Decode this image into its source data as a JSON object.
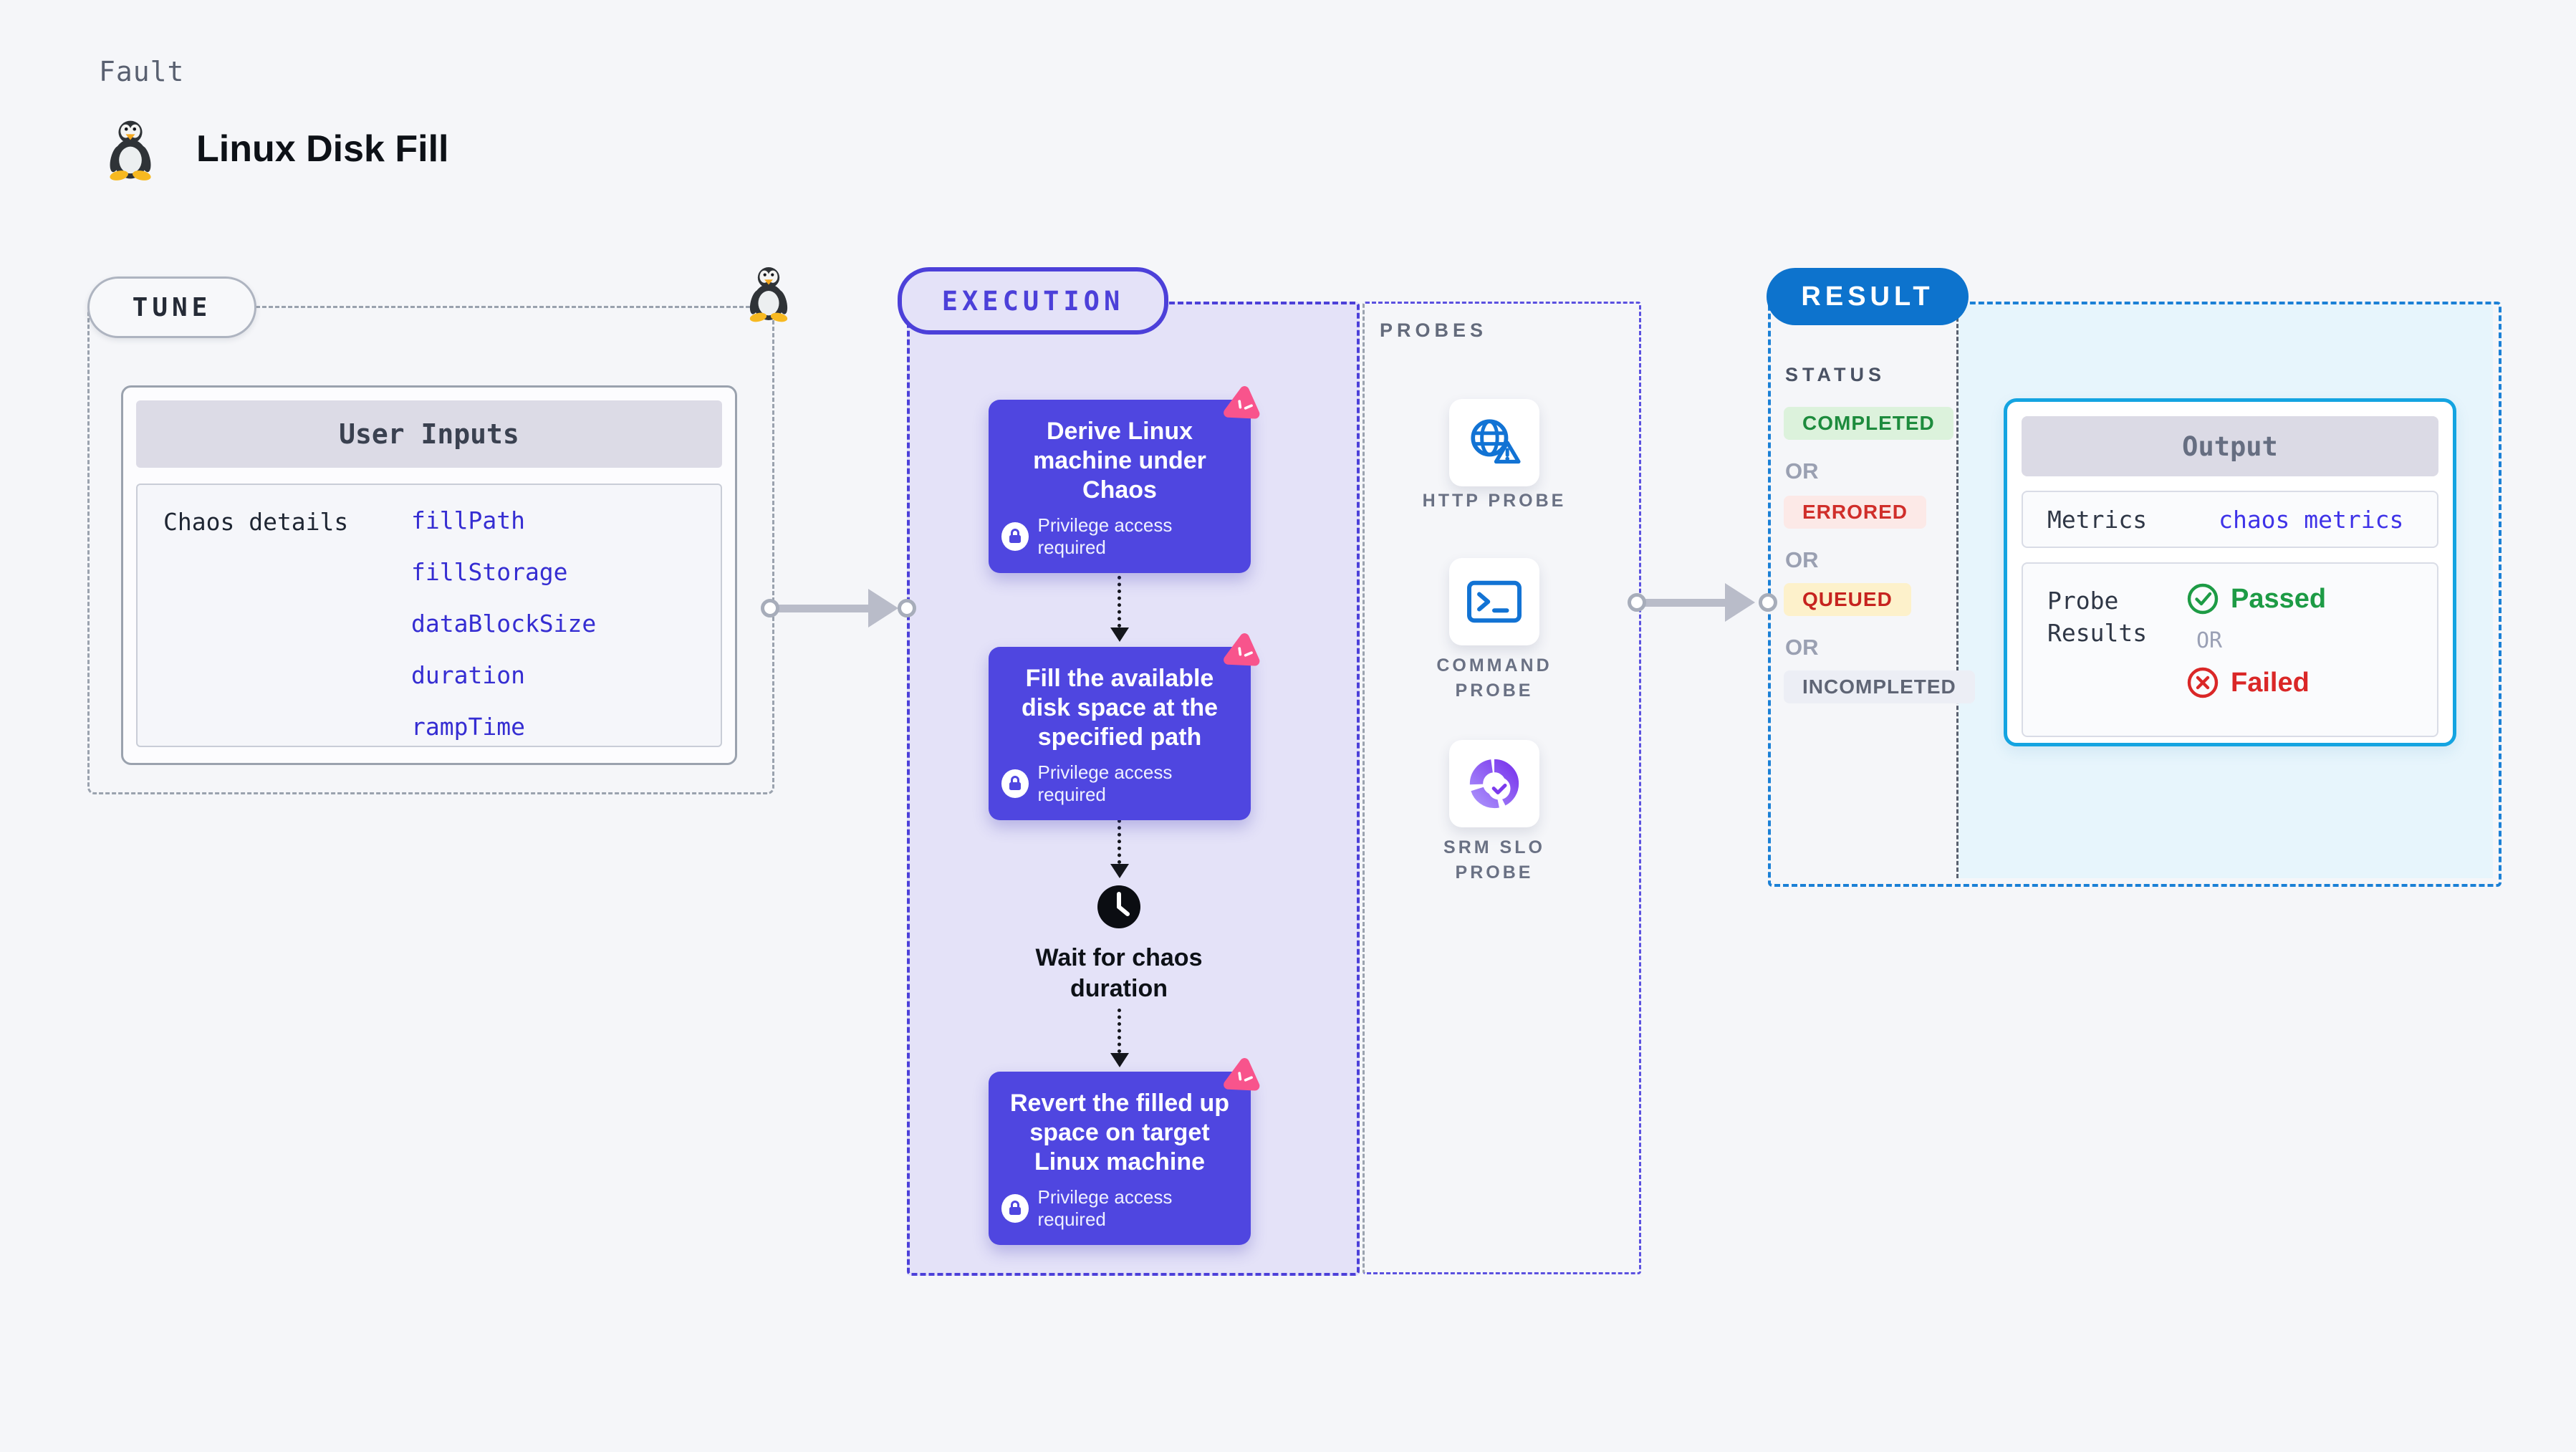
{
  "header": {
    "eyebrow": "Fault",
    "title": "Linux Disk Fill"
  },
  "tune": {
    "label": "TUNE",
    "card_header": "User Inputs",
    "row_label": "Chaos details",
    "inputs": [
      "fillPath",
      "fillStorage",
      "dataBlockSize",
      "duration",
      "rampTime"
    ]
  },
  "execution": {
    "label": "EXECUTION",
    "steps": [
      "Derive Linux machine under Chaos",
      "Fill the available disk space at the specified path",
      "Revert the filled up space on target Linux machine"
    ],
    "privilege_note": "Privilege access required",
    "wait_label": "Wait for chaos duration"
  },
  "probes": {
    "label": "PROBES",
    "items": [
      "HTTP PROBE",
      "COMMAND PROBE",
      "SRM SLO PROBE"
    ]
  },
  "result": {
    "label": "RESULT",
    "status_label": "STATUS",
    "or_label": "OR",
    "statuses": [
      "COMPLETED",
      "ERRORED",
      "QUEUED",
      "INCOMPLETED"
    ],
    "output": {
      "header": "Output",
      "metrics_label": "Metrics",
      "metrics_value": "chaos metrics",
      "probe_results_label": "Probe Results",
      "passed_label": "Passed",
      "failed_label": "Failed"
    }
  },
  "icons": {
    "tux": "linux-penguin",
    "chaos_badge": "chaos-triangle",
    "lock": "lock",
    "clock": "clock",
    "http_probe": "globe-alert",
    "command_probe": "terminal",
    "srm_probe": "slo-donut",
    "passed": "check-circle",
    "failed": "x-circle"
  },
  "colors": {
    "page_bg": "#f5f6f9",
    "indigo": "#4c40d9",
    "step_card": "#4f46e0",
    "execution_bg": "#e4e2f8",
    "pink_badge": "#f8548c",
    "result_blue": "#0d73cd",
    "result_dash": "#1b80d6",
    "output_border": "#14a4e1",
    "output_bg": "#e7f5fc",
    "link_indigo": "#352dd2",
    "completed_fg": "#1d8b3d",
    "completed_bg": "#dcf2dc",
    "errored_fg": "#d02e2a",
    "errored_bg": "#fce9e7",
    "queued_fg": "#c6231f",
    "queued_bg": "#fdf1cb",
    "incompleted_fg": "#5f6575",
    "incompleted_bg": "#eceef5",
    "passed_green": "#1d9b45",
    "failed_red": "#da2727",
    "probe_icon_blue": "#1273d4",
    "srm_purple": "#8b5cf6"
  }
}
